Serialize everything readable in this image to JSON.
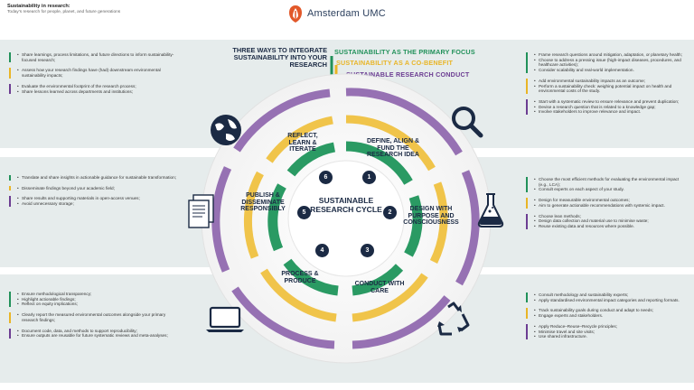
{
  "header": {
    "title": "Sustainability in research:",
    "subtitle": "Today's research for people, planet, and future generations",
    "logo_text": "Amsterdam UMC"
  },
  "colors": {
    "green": "#21915a",
    "yellow": "#e9b526",
    "purple": "#6c3d92",
    "navy": "#1b2a44",
    "band": "#e6ecec"
  },
  "intro": {
    "three_ways": "THREE WAYS TO INTEGRATE SUSTAINABILITY INTO YOUR RESEARCH",
    "primary": "SUSTAINABILITY AS THE PRIMARY FOCUS",
    "cobenefit": "SUSTAINABILITY AS A CO-BENEFIT",
    "conduct": "SUSTAINABLE RESEARCH CONDUCT"
  },
  "cycle": {
    "center": "SUSTAINABLE RESEARCH CYCLE",
    "stages": [
      {
        "num": "1",
        "label": "DEFINE, ALIGN & FUND THE RESEARCH IDEA"
      },
      {
        "num": "2",
        "label": "DESIGN WITH PURPOSE AND CONSCIOUSNESS"
      },
      {
        "num": "3",
        "label": "CONDUCT WITH CARE"
      },
      {
        "num": "4",
        "label": "PROCESS & PRODUCE"
      },
      {
        "num": "5",
        "label": "PUBLISH & DISSEMINATE RESPONSIBLY"
      },
      {
        "num": "6",
        "label": "REFLECT, LEARN & ITERATE"
      }
    ]
  },
  "icons": [
    "globe-icon",
    "magnifier-icon",
    "document-icon",
    "flask-icon",
    "laptop-icon",
    "recycle-icon"
  ],
  "panels": {
    "left_top": [
      {
        "color": "g",
        "items": [
          "Share learnings, process limitations, and future directions to inform sustainability-focused research;"
        ]
      },
      {
        "color": "y",
        "items": [
          "Assess how your research findings have (had) downstream environmental sustainability impacts;"
        ]
      },
      {
        "color": "p",
        "items": [
          "Evaluate the environmental footprint of the research process;",
          "Share lessons learned across departments and institutions;"
        ]
      }
    ],
    "left_mid": [
      {
        "color": "g",
        "items": [
          "Translate and share insights in actionable guidance for sustainable transformation;"
        ]
      },
      {
        "color": "y",
        "items": [
          "Disseminate findings beyond your academic field;"
        ]
      },
      {
        "color": "p",
        "items": [
          "Share results and supporting materials in open-access venues;",
          "Avoid unnecessary storage;"
        ]
      }
    ],
    "left_bot": [
      {
        "color": "g",
        "items": [
          "Ensure methodological transparency;",
          "Highlight actionable findings;",
          "Reflect on equity implications;"
        ]
      },
      {
        "color": "y",
        "items": [
          "Clearly report the measured environmental outcomes alongside your primary research findings;"
        ]
      },
      {
        "color": "p",
        "items": [
          "Document code, data, and methods to support reproducibility;",
          "Ensure outputs are reusable for future systematic reviews and meta-analyses;"
        ]
      }
    ],
    "right_top": [
      {
        "color": "g",
        "items": [
          "Frame research questions around mitigation, adaptation, or planetary health;",
          "Choose to address a pressing issue (high-impact diseases, procedures, and healthcare activities);",
          "Consider scalability and real-world implementation."
        ]
      },
      {
        "color": "y",
        "items": [
          "Add environmental sustainability impacts as an outcome;",
          "Perform a sustainability check: weighing potential impact on health and environmental costs of the study."
        ]
      },
      {
        "color": "p",
        "items": [
          "Start with a systematic review to ensure relevance and prevent duplication;",
          "Devise a research question that is related to a knowledge gap;",
          "Involve stakeholders to improve relevance and impact."
        ]
      }
    ],
    "right_mid": [
      {
        "color": "g",
        "items": [
          "Choose the most efficient methods for evaluating the environmental impact (e.g., LCA);",
          "Consult experts on each aspect of your study."
        ]
      },
      {
        "color": "y",
        "items": [
          "Design for measurable environmental outcomes;",
          "Aim to generate actionable recommendations with systemic impact."
        ]
      },
      {
        "color": "p",
        "items": [
          "Choose lean methods;",
          "Design data collection and material use to minimise waste;",
          "Reuse existing data and resources where possible."
        ]
      }
    ],
    "right_bot": [
      {
        "color": "g",
        "items": [
          "Consult methodology and sustainability experts;",
          "Apply standardised environmental impact categories and reporting formats."
        ]
      },
      {
        "color": "y",
        "items": [
          "Track sustainability goals during conduct and adapt to needs;",
          "Engage experts and stakeholders."
        ]
      },
      {
        "color": "p",
        "items": [
          "Apply Reduce–Reuse–Recycle principles;",
          "Minimise travel and site visits;",
          "Use shared infrastructure."
        ]
      }
    ]
  }
}
